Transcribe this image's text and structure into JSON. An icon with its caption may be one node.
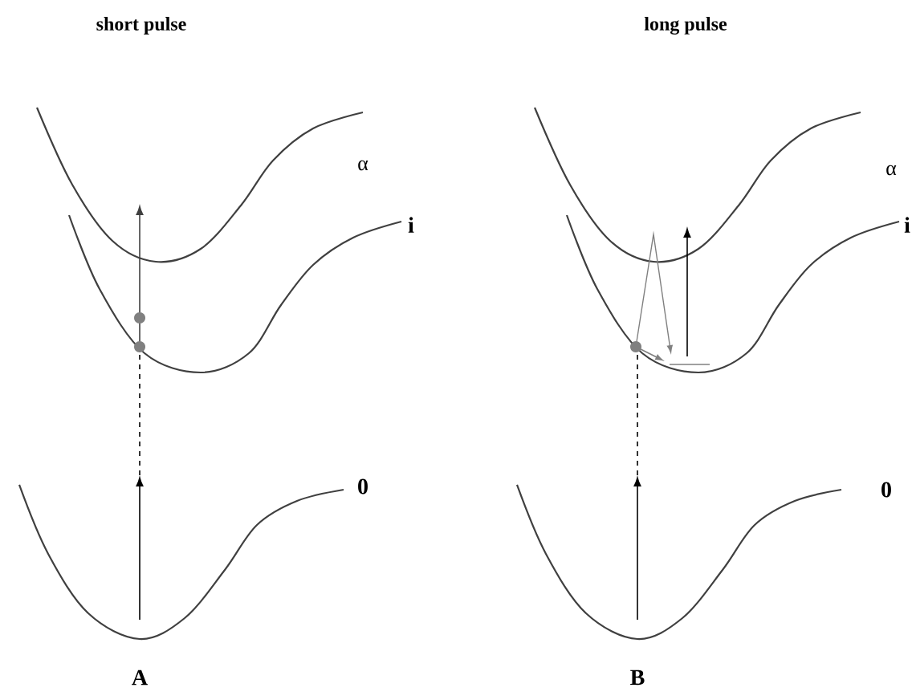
{
  "diagram": {
    "labels": [
      "short pulse",
      "long pulse",
      "α",
      "α",
      "i",
      "i",
      "0",
      "0",
      "A",
      "B"
    ]
  }
}
